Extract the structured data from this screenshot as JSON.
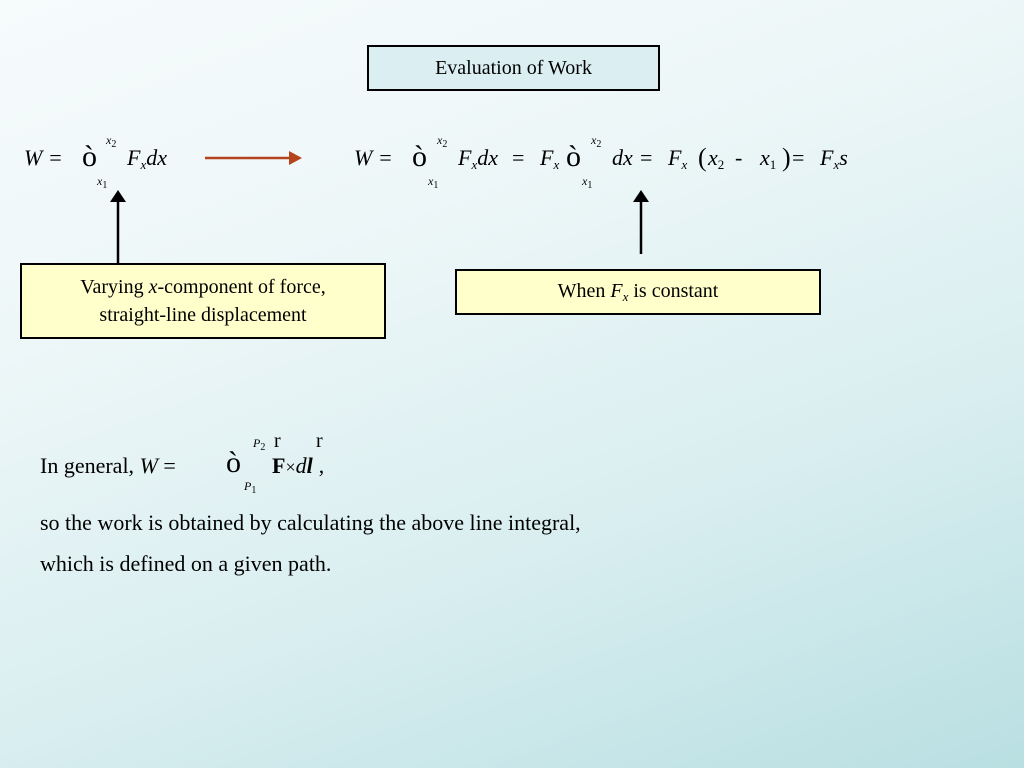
{
  "title": "Evaluation of Work",
  "left_formula": {
    "lhs": "W =",
    "integral_sign": "ò",
    "upper_var": "x",
    "upper_idx": "2",
    "lower_var": "x",
    "lower_idx": "1",
    "integrand_F": "F",
    "integrand_sub": "x",
    "integrand_dx": "dx"
  },
  "right_formula": {
    "lhs": "W =",
    "integral_sign": "ò",
    "upper_var": "x",
    "upper_idx": "2",
    "lower_var": "x",
    "lower_idx": "1",
    "t1_F": "F",
    "t1_sub": "x",
    "t1_dx": "dx",
    "eq": "=",
    "t2_F": "F",
    "t2_sub": "x",
    "t2_dx": "dx",
    "t3_F": "F",
    "t3_sub": "x",
    "open_paren": "(",
    "x2": "x",
    "x2_idx": "2",
    "minus": "-",
    "x1": "x",
    "x1_idx": "1",
    "close_paren": ")",
    "t4_F": "F",
    "t4_sub": "x",
    "t4_s": "s"
  },
  "varying_box": {
    "pre": "Varying ",
    "var": "x",
    "post": "-component of force,",
    "line2": "straight-line displacement"
  },
  "constant_box": {
    "pre": "When ",
    "var": "F",
    "sub": "x",
    "post": " is constant"
  },
  "general": {
    "prefix": "In general, ",
    "w": "W",
    "eq": " =",
    "integral_sign": "ò",
    "upper_var": "P",
    "upper_idx": "2",
    "lower_var": "P",
    "lower_idx": "1",
    "vec_mark_1": "r",
    "vec_mark_2": "r",
    "F": "F",
    "dot": "×",
    "d": "d",
    "l": "l",
    "comma": ","
  },
  "line2": "so the work is obtained by calculating the above line integral,",
  "line3": "which is defined on a given path.",
  "colors": {
    "arrow": "#b5431c",
    "yellow_box": "#ffffcc",
    "title_box": "#dbeef2"
  }
}
